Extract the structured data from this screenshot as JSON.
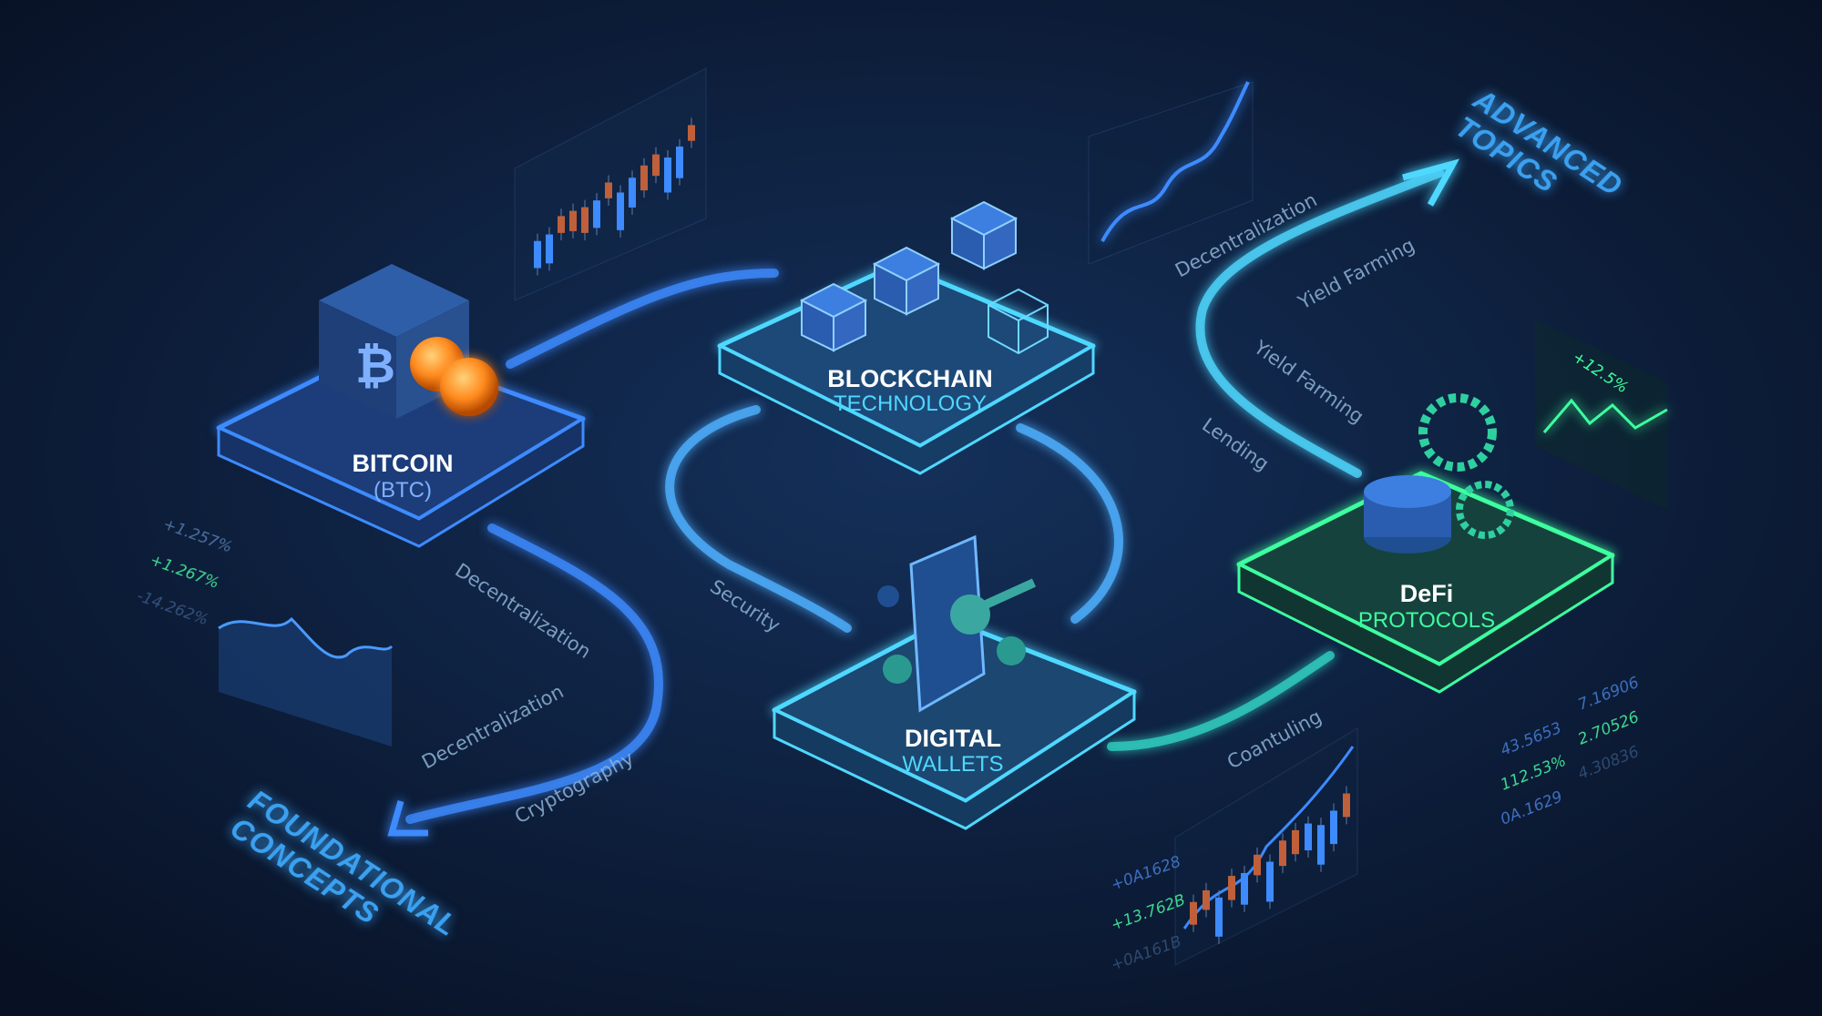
{
  "nodes": {
    "bitcoin": {
      "title": "BITCOIN",
      "subtitle": "(BTC)"
    },
    "blockchain": {
      "title": "BLOCKCHAIN",
      "subtitle": "TECHNOLOGY"
    },
    "wallets": {
      "title": "DIGITAL",
      "subtitle": "WALLETS"
    },
    "defi": {
      "title": "DeFi",
      "subtitle": "PROTOCOLS"
    }
  },
  "sections": {
    "foundational": [
      "FOUNDATIONAL",
      "CONCEPTS"
    ],
    "advanced": [
      "ADVANCED",
      "TOPICS"
    ]
  },
  "path_labels": {
    "decentralization_top": "Decentralization",
    "yield_farming_top": "Yield Farming",
    "yield_farming_mid": "Yield Farming",
    "lending": "Lending",
    "decentralization_btc": "Decentralization",
    "decentralization_low": "Decentralization",
    "cryptography": "Cryptography",
    "security": "Security",
    "coantuling": "Coantuling"
  },
  "stats": {
    "left": [
      "+1.257%",
      "+1.267%",
      "-14.262%"
    ],
    "defi_gain": "+12.5%",
    "right_col1": [
      "43.5653",
      "112.53%",
      "0A.1629"
    ],
    "right_col2": [
      "7.16906",
      "2.70526",
      "4.30836"
    ],
    "bottom": [
      "+0A1628",
      "+13.762B",
      "+0A161B"
    ]
  },
  "colors": {
    "blue": "#3d8bff",
    "cyan": "#4fd8ff",
    "green": "#3dffa0",
    "orange": "#ff9a30",
    "bg": "#0a1530"
  }
}
